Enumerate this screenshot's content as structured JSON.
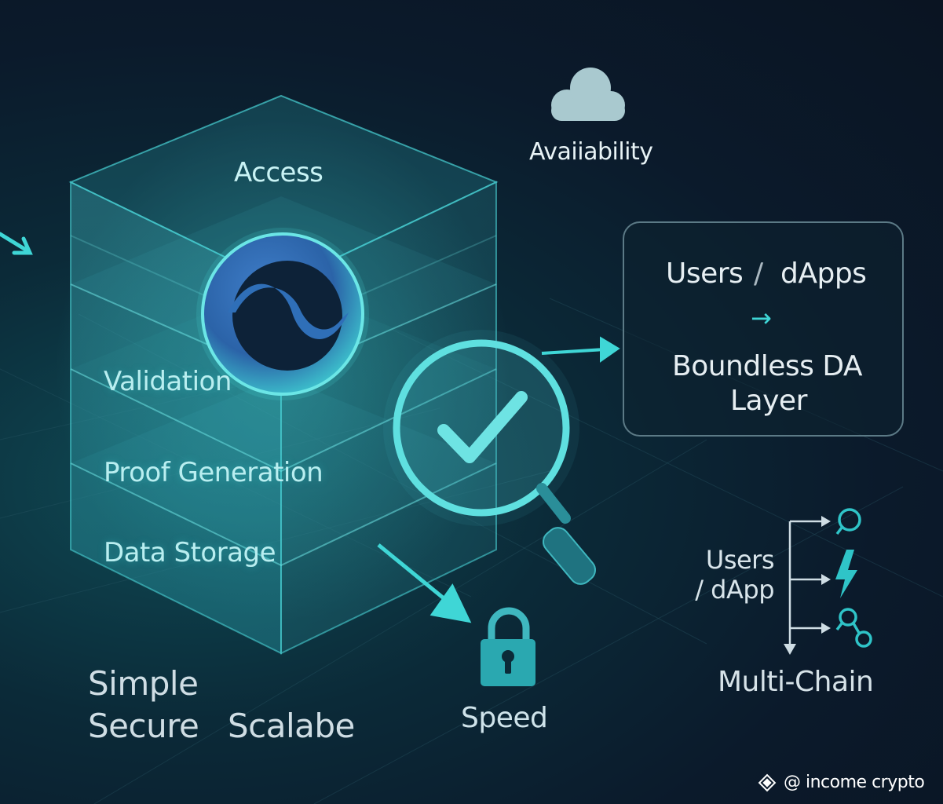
{
  "stack": {
    "access": "Access",
    "layers": [
      "Validation",
      "Proof Generation",
      "Data Storage"
    ]
  },
  "availability": "Avaiiability",
  "callout": {
    "line1a": "Users",
    "line1sep": "/",
    "line1b": "dApps",
    "arrow": "→",
    "line2": "Boundless DA",
    "line3": "Layer"
  },
  "footer": {
    "word1": "Simple",
    "word2": "Secure",
    "word3": "Scalabe"
  },
  "speed": "Speed",
  "users_dapp": {
    "line1": "Users",
    "line2": "/ dApp"
  },
  "multichain": "Multi-Chain",
  "watermark": "@ income crypto",
  "icons": [
    "cloud-icon",
    "logo-wave-icon",
    "magnifier-check-icon",
    "lock-icon",
    "search-icon",
    "lightning-icon",
    "network-icon",
    "binance-diamond-icon"
  ],
  "colors": {
    "accent": "#3fd6d6",
    "teal": "#2aa8b0",
    "logo_dark": "#0d2238"
  }
}
